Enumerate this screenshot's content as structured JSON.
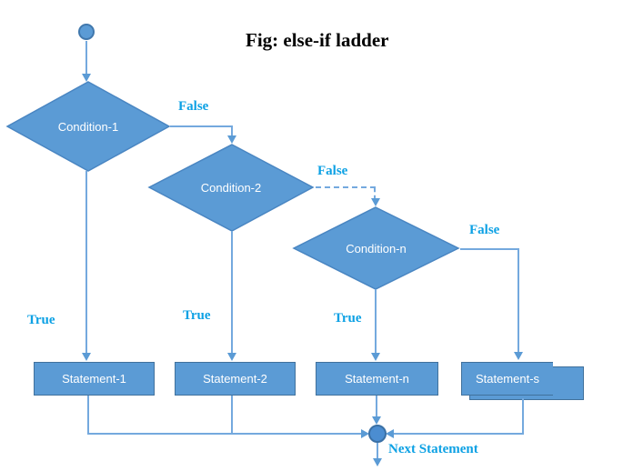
{
  "title": "Fig: else-if ladder",
  "colors": {
    "shape_fill": "#5b9bd5",
    "shape_border": "#41719c",
    "diamond_border": "#4a86c2",
    "connector": "#74a9de",
    "arrowhead": "#5b9bd5",
    "label_blue": "#0da1e4",
    "title_color": "#000000",
    "shape_text": "#ffffff"
  },
  "nodes": {
    "start": {
      "type": "circle"
    },
    "conditions": [
      {
        "label": "Condition-1"
      },
      {
        "label": "Condition-2"
      },
      {
        "label": "Condition-n"
      }
    ],
    "statements": [
      {
        "label": "Statement-1"
      },
      {
        "label": "Statement-2"
      },
      {
        "label": "Statement-n"
      },
      {
        "label": "Statement-s"
      }
    ],
    "merge": {
      "type": "circle"
    }
  },
  "edge_labels": {
    "false_1": "False",
    "false_2": "False",
    "false_3": "False",
    "true_1": "True",
    "true_2": "True",
    "true_3": "True",
    "next_statement": "Next Statement"
  }
}
